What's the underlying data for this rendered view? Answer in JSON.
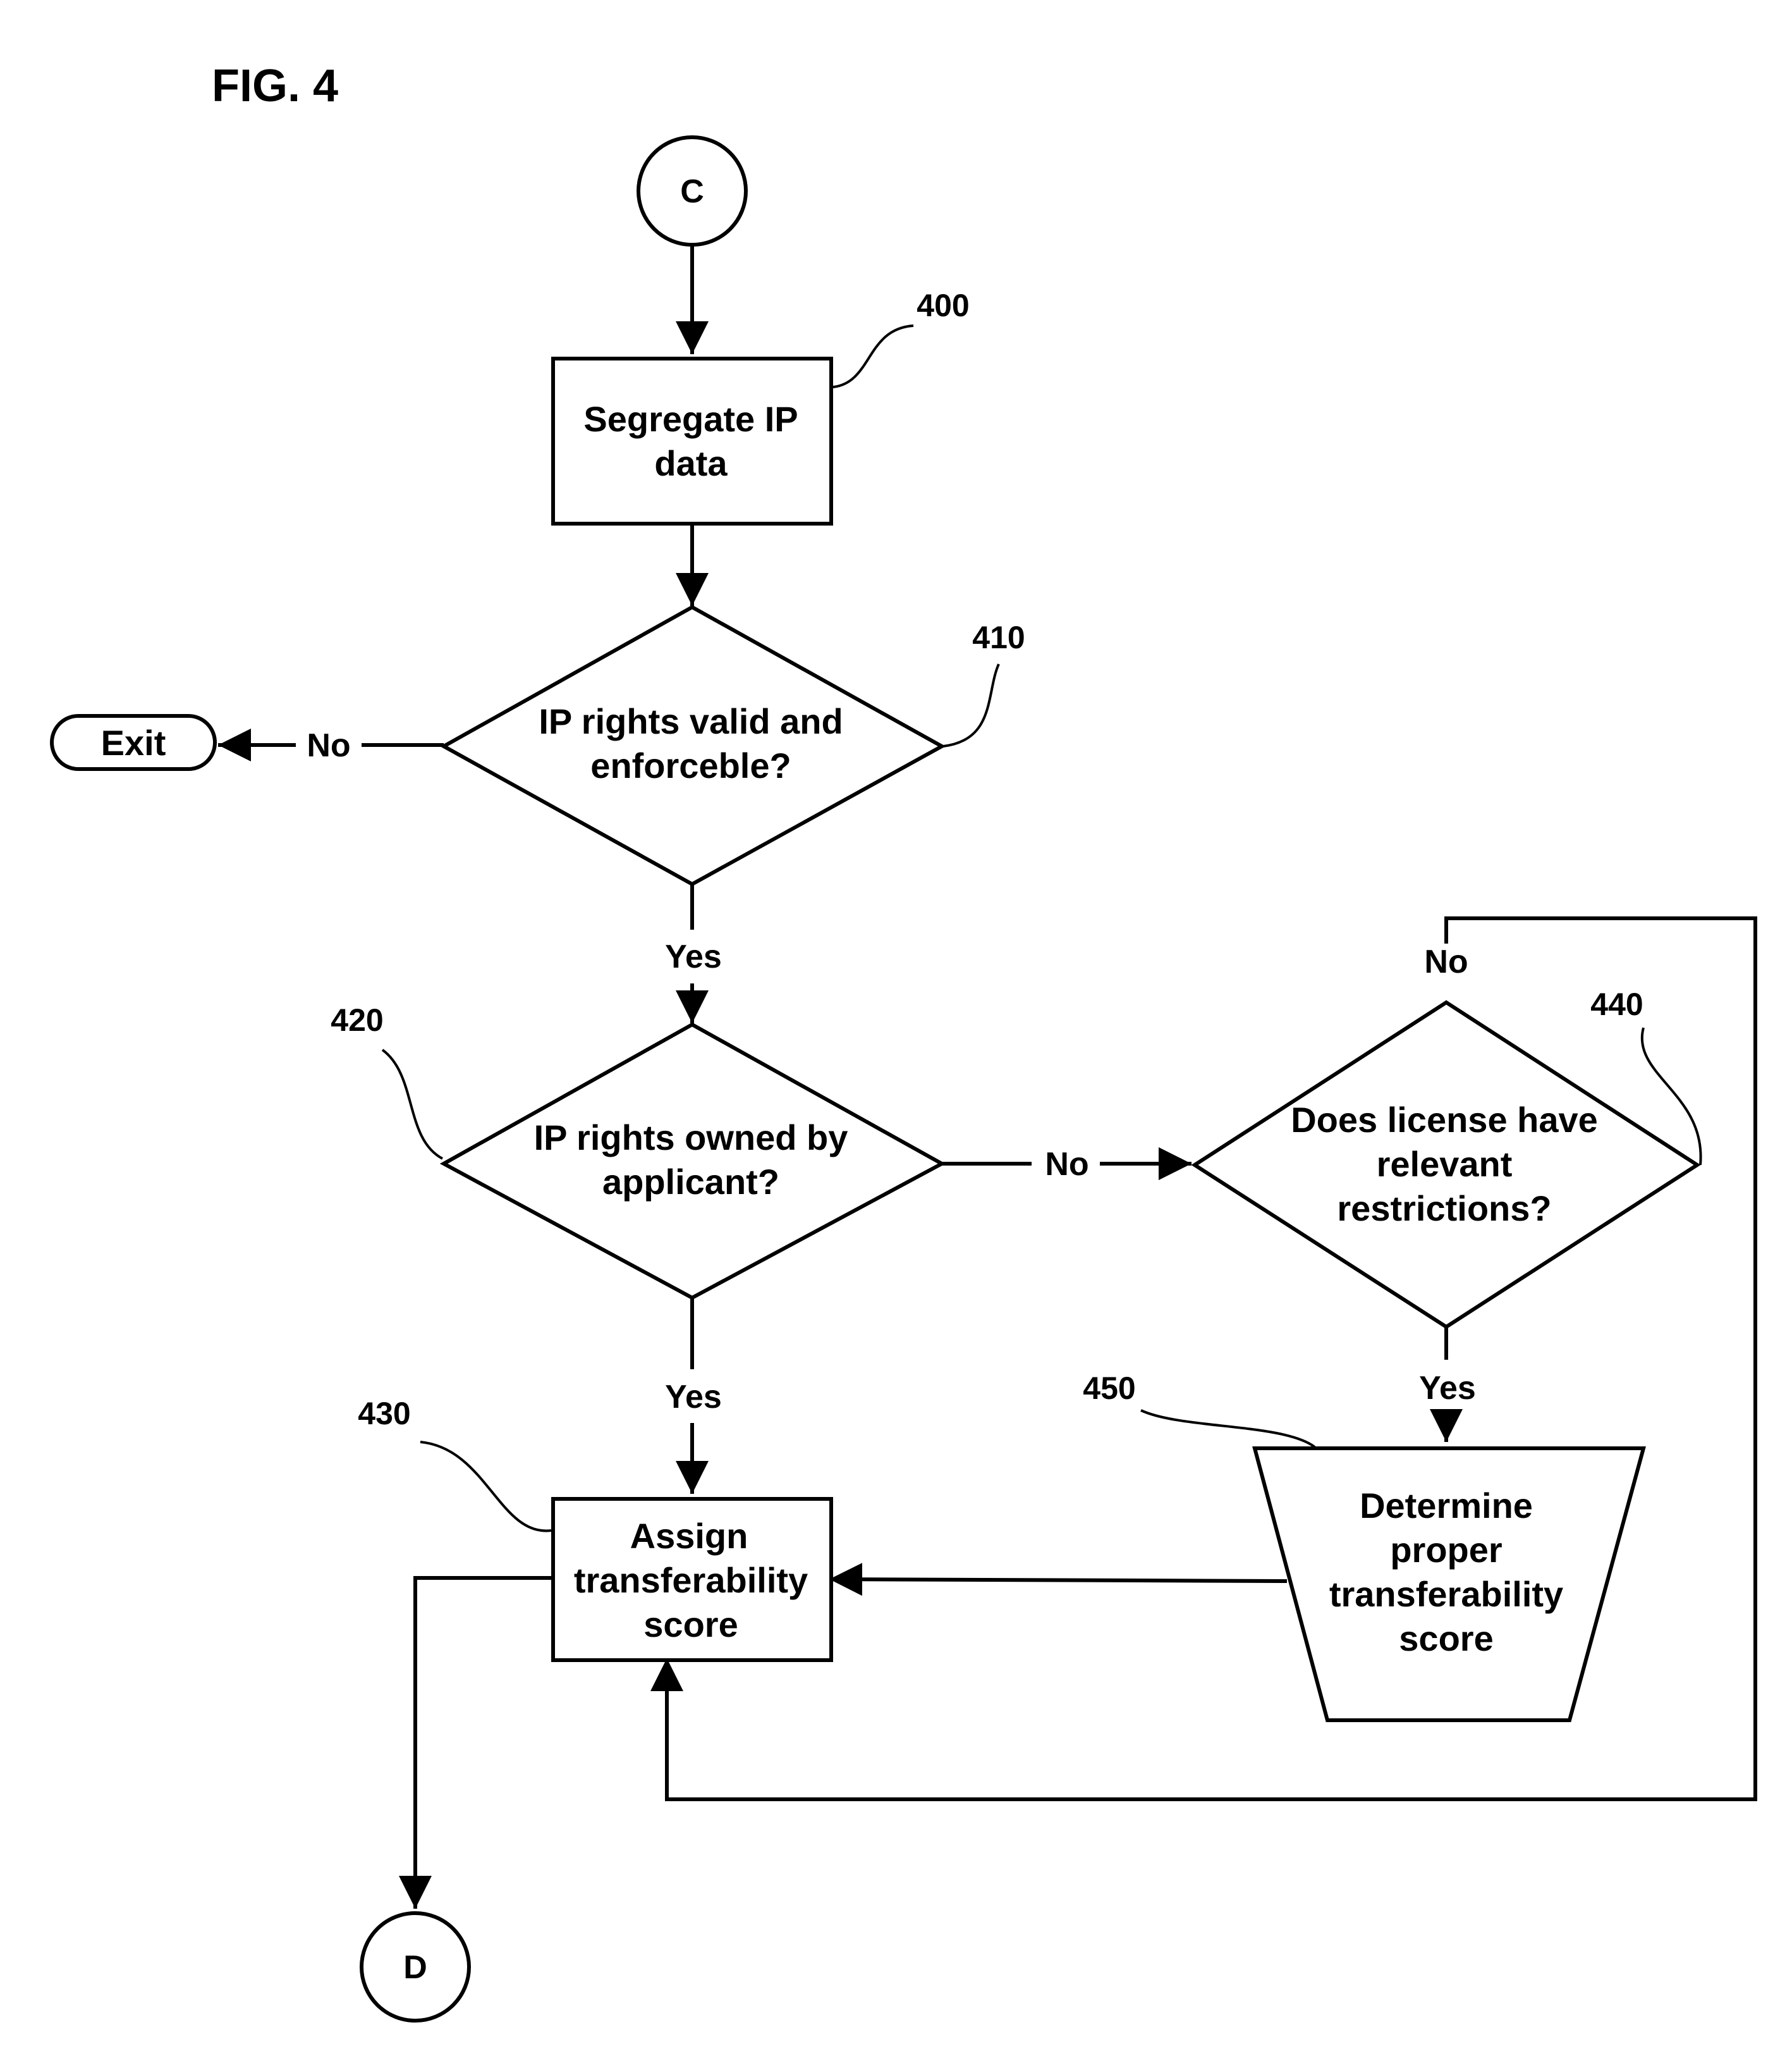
{
  "figure_label": "FIG. 4",
  "nodes": {
    "c": {
      "label": "C"
    },
    "s400": {
      "ref": "400",
      "lines": [
        "Segregate IP",
        "data"
      ]
    },
    "d410": {
      "ref": "410",
      "lines": [
        "IP rights valid and",
        "enforceble?"
      ]
    },
    "exit": {
      "label": "Exit"
    },
    "d420": {
      "ref": "420",
      "lines": [
        "IP rights owned by",
        "applicant?"
      ]
    },
    "d440": {
      "ref": "440",
      "lines": [
        "Does license have",
        "relevant",
        "restrictions?"
      ]
    },
    "s430": {
      "ref": "430",
      "lines": [
        "Assign",
        "transferability",
        "score"
      ]
    },
    "s450": {
      "ref": "450",
      "lines": [
        "Determine",
        "proper",
        "transferability",
        "score"
      ]
    },
    "d": {
      "label": "D"
    }
  },
  "edge_labels": {
    "no_410": "No",
    "yes_410": "Yes",
    "no_420": "No",
    "yes_420": "Yes",
    "no_440": "No",
    "yes_440": "Yes"
  }
}
